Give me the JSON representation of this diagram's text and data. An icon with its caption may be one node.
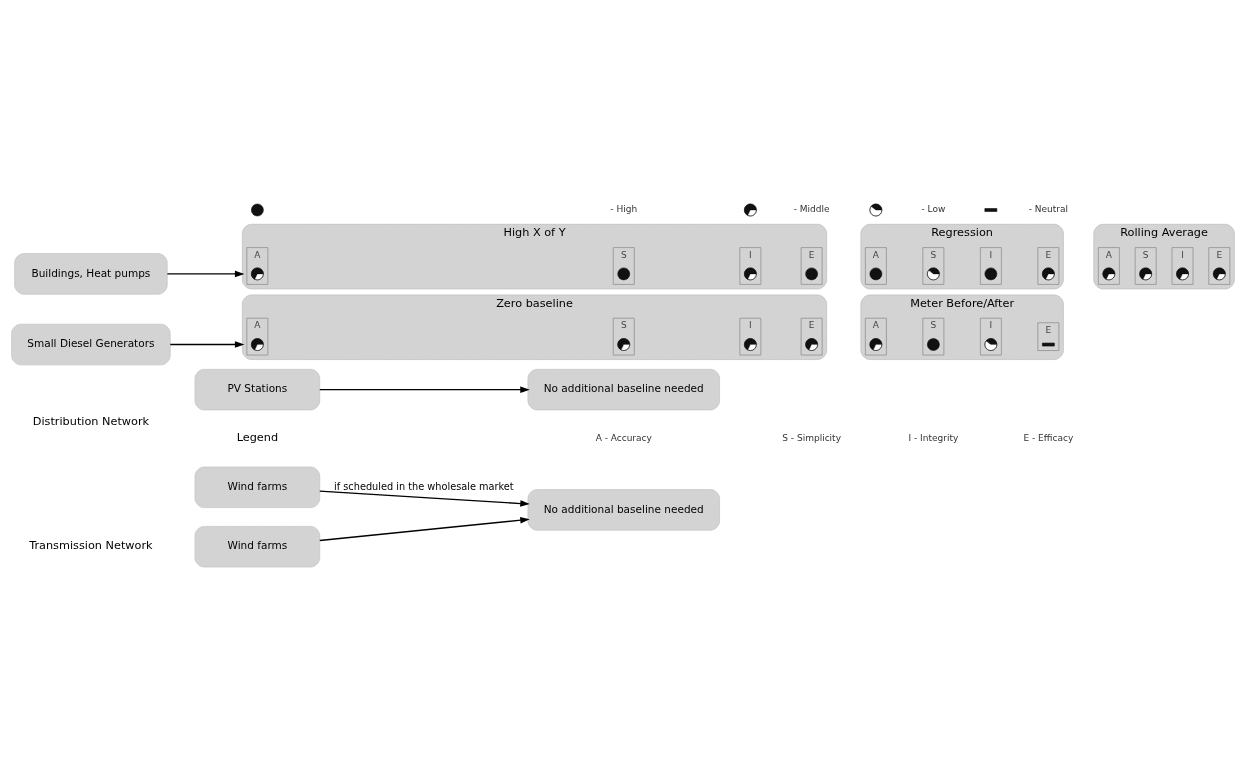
{
  "diagram": {
    "nodes": [
      {
        "text": [
          "Wind farms"
        ]
      },
      {
        "text": [
          "No additional baseline needed"
        ]
      },
      {
        "text": [
          "Wind farms"
        ]
      },
      {
        "text": [
          "PV Stations"
        ]
      },
      {
        "text": [
          "No additional baseline needed"
        ]
      },
      {
        "text": [
          "Small Diesel Generators"
        ]
      },
      {
        "text": [
          "Zero baseline"
        ]
      },
      {
        "text": [
          "A"
        ],
        "in": 6
      },
      {
        "text": [],
        "shape": "pie",
        "in": 7
      },
      {
        "text": [
          "S"
        ],
        "in": 6
      },
      {
        "text": [],
        "shape": "pie",
        "in": 9
      },
      {
        "text": [
          "I"
        ],
        "in": 6
      },
      {
        "text": [],
        "shape": "pie",
        "in": 11
      },
      {
        "text": [
          "E"
        ],
        "in": 6
      },
      {
        "text": [],
        "shape": "pie",
        "in": 13
      },
      {
        "text": [
          "Meter Before/After"
        ]
      },
      {
        "text": [
          "A"
        ],
        "in": 15
      },
      {
        "text": [],
        "shape": "pie",
        "in": 16
      },
      {
        "text": [
          "S"
        ],
        "in": 15
      },
      {
        "text": [],
        "shape": "circle",
        "in": 18
      },
      {
        "text": [
          "I"
        ],
        "in": 15
      },
      {
        "text": [],
        "shape": "wedge",
        "in": 20
      },
      {
        "text": [
          "E"
        ],
        "in": 15
      },
      {
        "text": [],
        "shape": "dash",
        "in": 22
      },
      {
        "text": [
          "Buildings, Heat pumps"
        ]
      },
      {
        "text": [
          "High X of Y"
        ]
      },
      {
        "text": [
          "A"
        ],
        "in": 25
      },
      {
        "text": [],
        "shape": "pie",
        "in": 26
      },
      {
        "text": [
          "S"
        ],
        "in": 25
      },
      {
        "text": [],
        "shape": "circle",
        "in": 28
      },
      {
        "text": [
          "I"
        ],
        "in": 25
      },
      {
        "text": [],
        "shape": "pie",
        "in": 30
      },
      {
        "text": [
          "E"
        ],
        "in": 25
      },
      {
        "text": [],
        "shape": "circle",
        "in": 32
      },
      {
        "text": [
          "Regression"
        ]
      },
      {
        "text": [
          "A"
        ],
        "in": 34
      },
      {
        "text": [],
        "shape": "circle",
        "in": 35
      },
      {
        "text": [
          "S"
        ],
        "in": 34
      },
      {
        "text": [],
        "shape": "wedge",
        "in": 37
      },
      {
        "text": [
          "I"
        ],
        "in": 34
      },
      {
        "text": [],
        "shape": "circle",
        "in": 39
      },
      {
        "text": [
          "E"
        ],
        "in": 34
      },
      {
        "text": [],
        "shape": "pie",
        "in": 41
      },
      {
        "text": [
          "Rolling Average"
        ]
      },
      {
        "text": [
          "A"
        ],
        "in": 43
      },
      {
        "text": [],
        "shape": "pie",
        "in": 44
      },
      {
        "text": [
          "S"
        ],
        "in": 43
      },
      {
        "text": [],
        "shape": "pie",
        "in": 46
      },
      {
        "text": [
          "I"
        ],
        "in": 43
      },
      {
        "text": [],
        "shape": "pie",
        "in": 48
      },
      {
        "text": [
          "E"
        ],
        "in": 43
      },
      {
        "text": [],
        "shape": "pie",
        "in": 50
      }
    ],
    "edges": [
      {
        "from": 0,
        "to": 1,
        "arrow": "to"
      },
      {
        "from": 2,
        "to": 1,
        "arrow": "to",
        "label": "if scheduled in the wholesale market"
      },
      {
        "from": 3,
        "to": 4,
        "arrow": "to"
      },
      {
        "from": 5,
        "to": 6,
        "arrow": "to"
      },
      {
        "from": 24,
        "to": 25,
        "arrow": "to"
      }
    ],
    "labels": [
      "Transmission Network",
      "Distribution Network",
      "Legend"
    ],
    "legend": [
      {
        "text": "A - Accuracy"
      },
      {
        "text": "S - Simplicity"
      },
      {
        "text": "I - Integrity"
      },
      {
        "text": "E - Efficacy"
      },
      {
        "text": "- High"
      },
      {
        "text": "- Middle"
      },
      {
        "text": "- Low"
      },
      {
        "text": "- Neutral"
      }
    ]
  }
}
